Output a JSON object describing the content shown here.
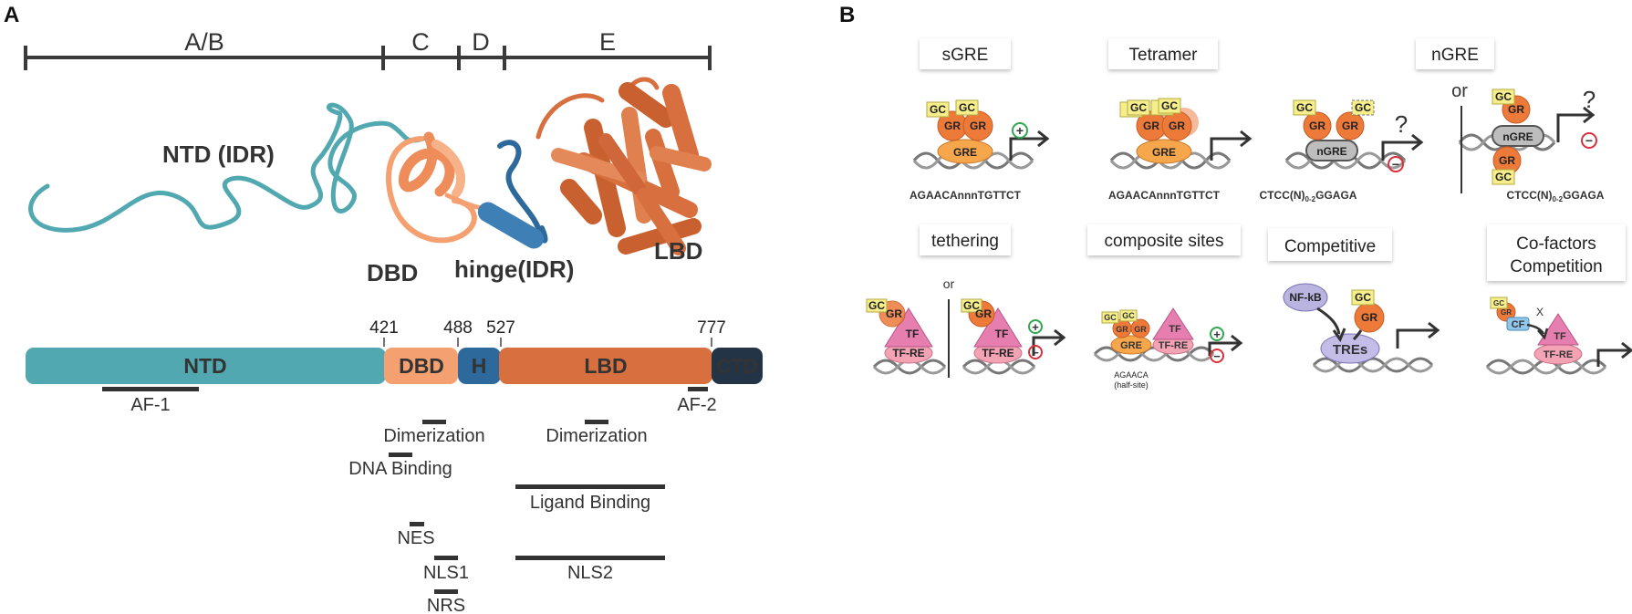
{
  "panel_a": {
    "label": "A",
    "segments": [
      "A/B",
      "C",
      "D",
      "E"
    ],
    "structure_labels": {
      "ntd": "NTD (IDR)",
      "dbd": "DBD",
      "hinge": "hinge(IDR)",
      "lbd": "LBD"
    },
    "positions": [
      "421",
      "488",
      "527",
      "777"
    ],
    "bar": {
      "ntd": "NTD",
      "dbd": "DBD",
      "hinge": "H",
      "lbd": "LBD",
      "ctd": "CTD"
    },
    "features": {
      "af1": "AF-1",
      "af2": "AF-2",
      "dimerization_dbd": "Dimerization",
      "dna_binding": "DNA Binding",
      "dimerization_lbd": "Dimerization",
      "ligand_binding": "Ligand Binding",
      "nes": "NES",
      "nls1": "NLS1",
      "nls2": "NLS2",
      "nrs": "NRS"
    },
    "colors": {
      "ntd": "#52a8b0",
      "dbd": "#f4a070",
      "hinge": "#2d6a9b",
      "lbd": "#d86f3f",
      "ctd": "#243447"
    }
  },
  "panel_b": {
    "label": "B",
    "titles": {
      "sgre": "sGRE",
      "tetramer": "Tetramer",
      "ngre": "nGRE",
      "tethering": "tethering",
      "composite": "composite sites",
      "competitive": "Competitive",
      "cofactors_line1": "Co-factors",
      "cofactors_line2": "Competition"
    },
    "nodes": {
      "gc": "GC",
      "gr": "GR",
      "gre": "GRE",
      "ngre": "nGRE",
      "tf": "TF",
      "tfre": "TF-RE",
      "nfkb": "NF-kB",
      "tres": "TREs",
      "cf": "CF"
    },
    "sequences": {
      "sgre": "AGAACAnnnTGTTCT",
      "tetramer": "AGAACAnnnTGTTCT",
      "ngre_prefix": "CTCC(N)",
      "ngre_sub": "0-2",
      "ngre_suffix": "GGAGA",
      "half_site_line1": "AGAACA",
      "half_site_line2": "(half-site)"
    },
    "symbols": {
      "or": "or",
      "question": "?",
      "plus": "+",
      "minus": "−",
      "x": "X"
    }
  }
}
